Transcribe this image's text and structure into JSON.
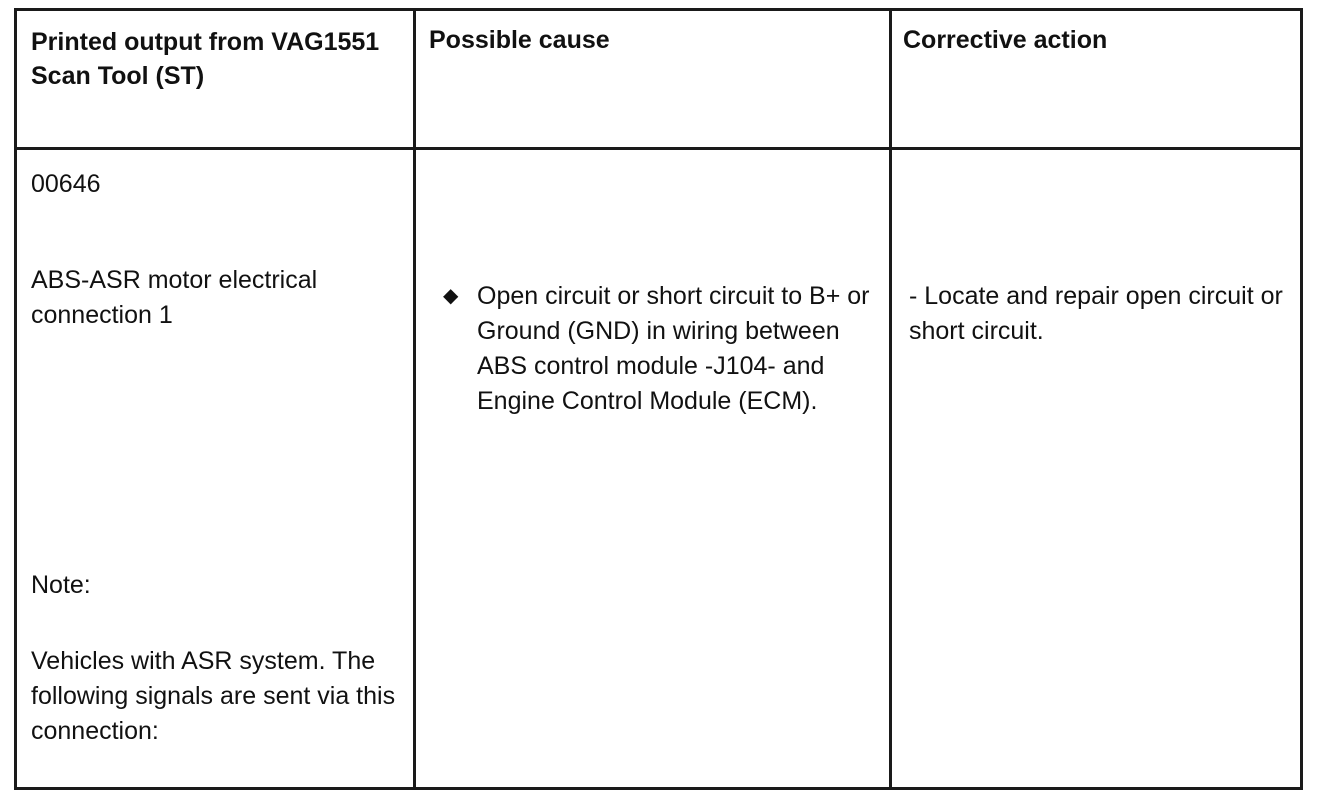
{
  "table": {
    "headers": {
      "col1": "Printed output from VAG1551 Scan Tool (ST)",
      "col2": "Possible cause",
      "col3": "Corrective action"
    },
    "row": {
      "code": "00646",
      "description": "ABS-ASR motor electrical connection 1",
      "note_label": "Note:",
      "note_text": "Vehicles with ASR system. The following signals are sent via this connection:",
      "cause_bullet": "◆",
      "cause": "Open circuit or short circuit to B+ or Ground (GND) in wiring between ABS control module -J104- and Engine Control Module (ECM).",
      "action": "- Locate and repair open circuit or short circuit."
    }
  }
}
